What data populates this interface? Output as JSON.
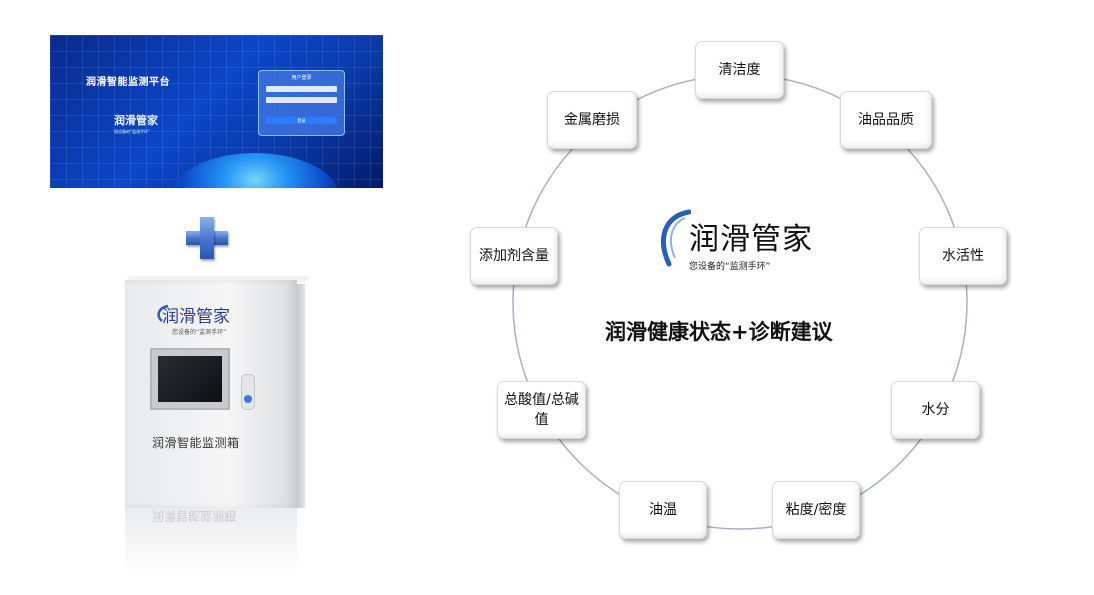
{
  "platform": {
    "title": "润滑智能监测平台",
    "logo_name": "润滑管家",
    "logo_slogan": "您设备的“监测手环”",
    "login_title": "用户登录",
    "login_button": "登录"
  },
  "plus_icon": "plus-icon",
  "cabinet": {
    "logo_name": "润滑管家",
    "logo_slogan": "您设备的“监测手环”",
    "label": "润滑智能监测箱"
  },
  "diagram": {
    "logo_name": "润滑管家",
    "logo_slogan": "您设备的“监测手环”",
    "center_title": "润滑健康状态+诊断建议",
    "nodes": [
      {
        "label": "清洁度"
      },
      {
        "label": "油品品质"
      },
      {
        "label": "水活性"
      },
      {
        "label": "水分"
      },
      {
        "label": "粘度/密度"
      },
      {
        "label": "油温"
      },
      {
        "label": "总酸值/总碱值"
      },
      {
        "label": "添加剂含量"
      },
      {
        "label": "金属磨损"
      }
    ]
  },
  "colors": {
    "ring": "#a9b0c2",
    "logo_blue": "#2a5fb8",
    "plus": "#4a78cf"
  }
}
